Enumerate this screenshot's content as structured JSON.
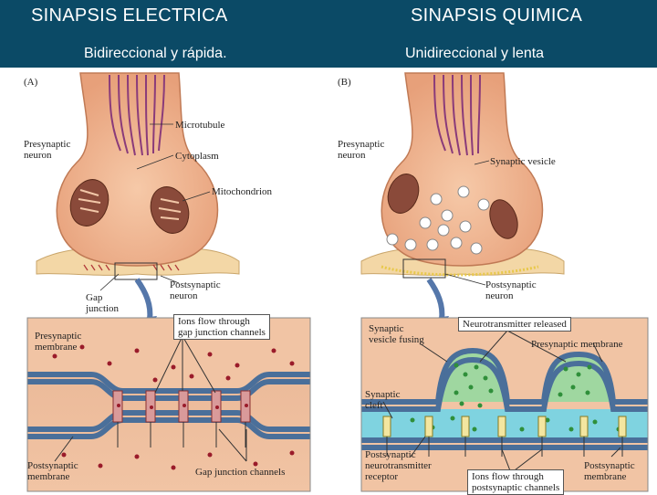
{
  "header": {
    "left_title": "SINAPSIS ELECTRICA",
    "left_subtitle": "Bidireccional y rápida.",
    "right_title": "SINAPSIS QUIMICA",
    "right_subtitle": "Unidireccional y lenta"
  },
  "panel_a": {
    "tag": "(A)",
    "presynaptic_neuron": [
      "Presynaptic",
      "neuron"
    ],
    "microtubule": "Microtubule",
    "cytoplasm": "Cytoplasm",
    "mitochondrion": "Mitochondrion",
    "gap_junction": [
      "Gap",
      "junction"
    ],
    "postsynaptic_neuron": [
      "Postsynaptic",
      "neuron"
    ],
    "ions_flow": [
      "Ions flow through",
      "gap junction channels"
    ],
    "presynaptic_membrane": [
      "Presynaptic",
      "membrane"
    ],
    "postsynaptic_membrane": [
      "Postsynaptic",
      "membrane"
    ],
    "gap_junction_channels": "Gap junction channels"
  },
  "panel_b": {
    "tag": "(B)",
    "presynaptic_neuron": [
      "Presynaptic",
      "neuron"
    ],
    "synaptic_vesicle": "Synaptic vesicle",
    "postsynaptic_neuron": [
      "Postsynaptic",
      "neuron"
    ],
    "vesicle_fusing": [
      "Synaptic",
      "vesicle fusing"
    ],
    "neurotransmitter_released": "Neurotransmitter released",
    "presynaptic_membrane": "Presynaptic membrane",
    "synaptic_cleft": [
      "Synaptic",
      "cleft"
    ],
    "receptor": [
      "Postsynaptic",
      "neurotransmitter",
      "receptor"
    ],
    "ions_flow": [
      "Ions flow through",
      "postsynaptic channels"
    ],
    "postsynaptic_membrane": [
      "Postsynaptic",
      "membrane"
    ]
  },
  "colors": {
    "header": "#0b4a66",
    "neuron": "#f0b896",
    "membrane": "#4a6f9a",
    "ion": "#9a1b2a",
    "neurotransmitter": "#2f8f3a"
  }
}
